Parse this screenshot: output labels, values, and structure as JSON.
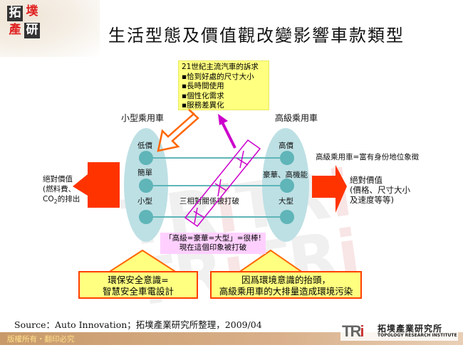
{
  "header": {
    "logo_chars": [
      "拓",
      "墣",
      "產",
      "研"
    ],
    "title": "生活型態及價值觀改變影響車款類型"
  },
  "callout": {
    "heading": "21世紀主流汽車的訴求",
    "items": [
      "▪恰到好處的尺寸大小",
      "▪長時間使用",
      "▪個性化需求",
      "▪服務差異化"
    ]
  },
  "left_group": {
    "title": "小型乘用車",
    "items": [
      "低價",
      "簡單",
      "小型"
    ]
  },
  "right_group": {
    "title": "高級乘用車",
    "items": [
      "高價",
      "豪華、高機能",
      "大型"
    ]
  },
  "center_label": "三相對關係被打破",
  "right_note": "高級乘用車=富有身份地位象徵",
  "left_arrow_text": {
    "line1": "絕對價值",
    "line2": "(燃料費、",
    "line3_prefix": "CO",
    "line3_sub": "2",
    "line3_suffix": "的排出"
  },
  "right_arrow_text": {
    "line1": "絕對價值",
    "line2": "(價格、尺寸大小",
    "line3": "及速度等等)"
  },
  "pink_note": {
    "line1": "「高級=豪華=大型」=很棒!",
    "line2": "現在這個印象被打破"
  },
  "bottom_left_box": {
    "line1": "環保安全意識=",
    "line2": "智慧安全車電設計"
  },
  "bottom_right_box": {
    "line1": "因爲環境意識的抬頭，",
    "line2": "高級乘用車的大排量造成環境污染"
  },
  "source": "Source：Auto Innovation；拓墣產業研究所整理，2009/04",
  "footer": {
    "copyright": "版權所有・翻印必究",
    "brand_mark": "TRi",
    "brand_cn": "拓墣產業研究所",
    "brand_en": "TOPOLOGY RESEARCH INSTITUTE"
  },
  "colors": {
    "ellipse": "#bde0e4",
    "dot": "#5fb5b8",
    "red_arrow": "#ff3300",
    "orange_outline": "#ff6600",
    "magenta": "#cc00cc",
    "callout_bg": "#ffff80",
    "pink_bg": "#ffd0ff"
  }
}
